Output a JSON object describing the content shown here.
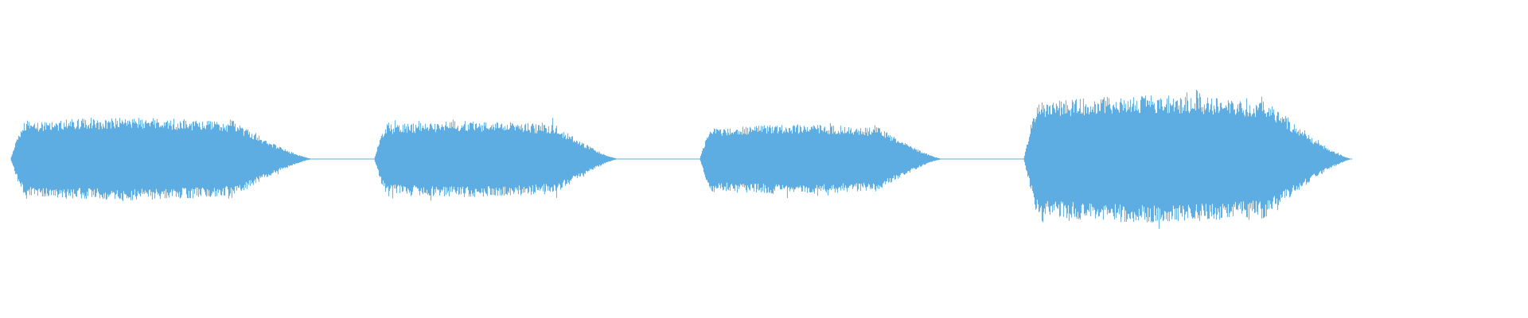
{
  "waveform": {
    "color": "#5DADE2",
    "background": "#FFFFFF",
    "duration_fraction_used": 0.885,
    "segments": [
      {
        "name": "burst-1",
        "start": 0.007,
        "end": 0.205,
        "peak_amplitude": 0.26,
        "envelope": "plateau-taper"
      },
      {
        "name": "silence-1",
        "start": 0.205,
        "end": 0.245,
        "peak_amplitude": 0.0,
        "envelope": "flat"
      },
      {
        "name": "burst-2",
        "start": 0.245,
        "end": 0.405,
        "peak_amplitude": 0.24,
        "envelope": "plateau-taper"
      },
      {
        "name": "silence-2",
        "start": 0.405,
        "end": 0.458,
        "peak_amplitude": 0.0,
        "envelope": "flat"
      },
      {
        "name": "burst-3",
        "start": 0.458,
        "end": 0.617,
        "peak_amplitude": 0.22,
        "envelope": "plateau-taper"
      },
      {
        "name": "silence-3",
        "start": 0.617,
        "end": 0.67,
        "peak_amplitude": 0.0,
        "envelope": "flat"
      },
      {
        "name": "burst-4",
        "start": 0.67,
        "end": 0.885,
        "peak_amplitude": 0.4,
        "envelope": "plateau-taper"
      }
    ]
  }
}
